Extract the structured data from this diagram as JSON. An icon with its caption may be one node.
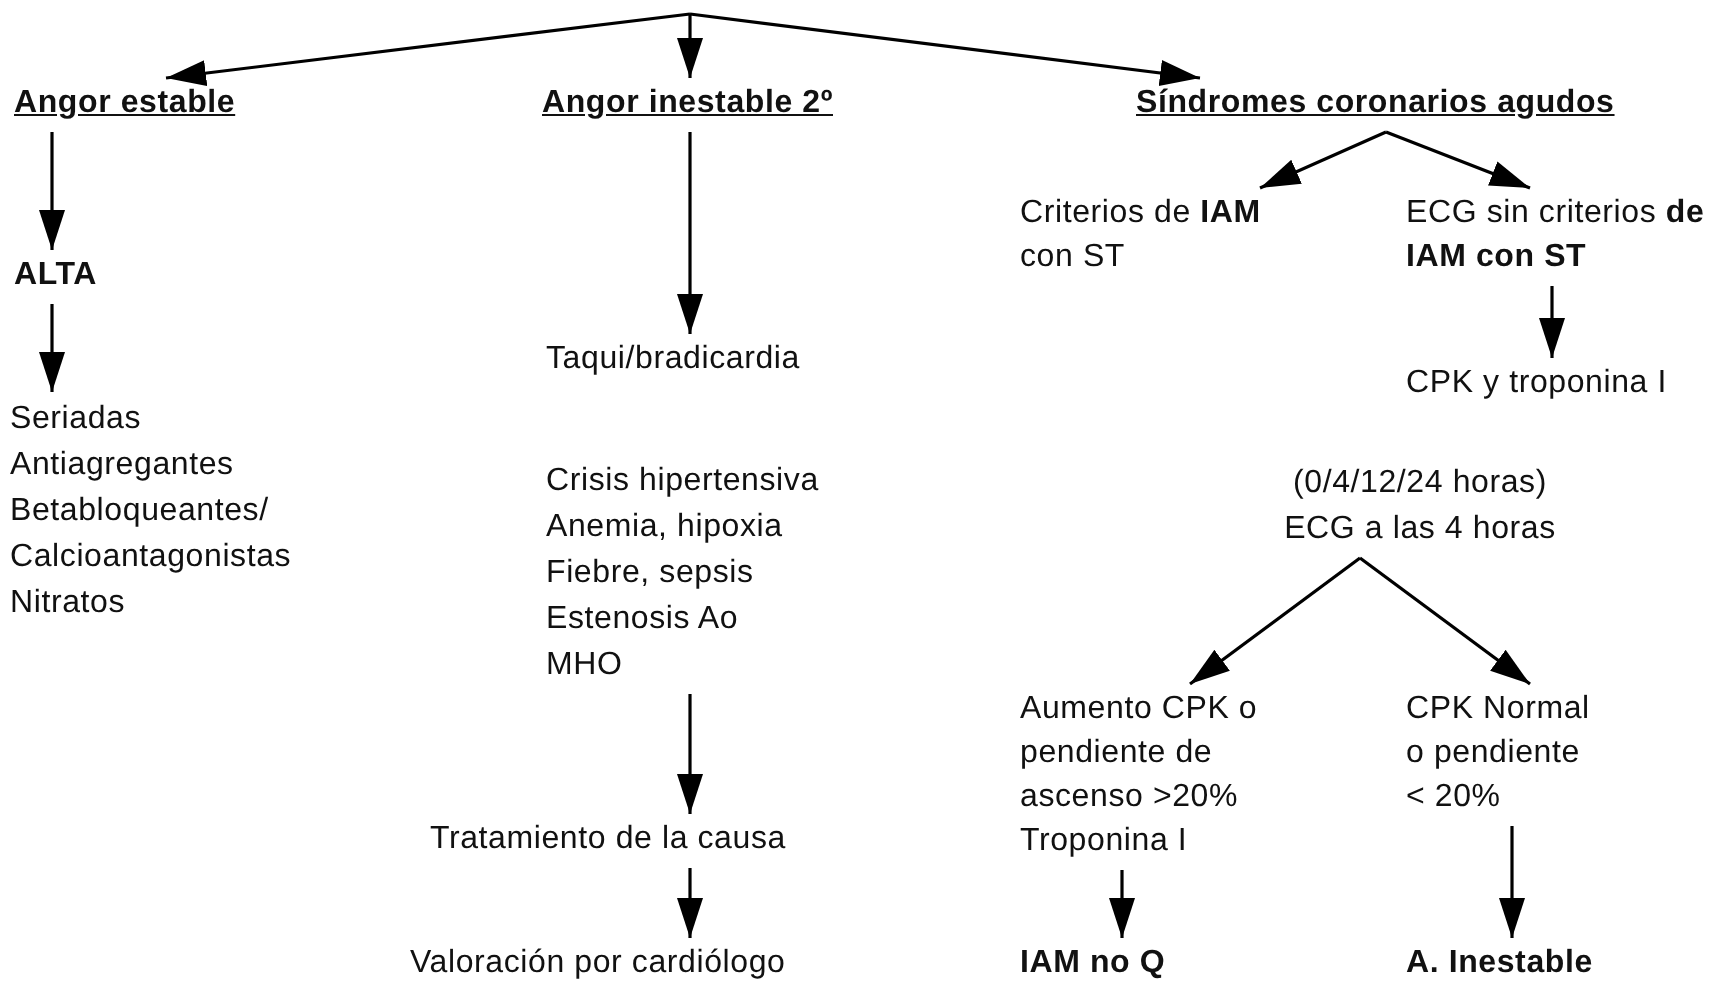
{
  "diagram": {
    "nodes": [
      {
        "text": [
          "Angor estable"
        ]
      },
      {
        "text": [
          "ALTA"
        ]
      },
      {
        "text": [
          "Seriadas",
          "Antiagregantes",
          "Betabloqueantes/ Calcioantagonistas",
          "Nitratos"
        ]
      },
      {
        "text": [
          "Angor inestable 2º"
        ]
      },
      {
        "text": [
          "Taqui/bradicardia"
        ]
      },
      {
        "text": [
          "Crisis hipertensiva",
          "Anemia, hipoxia",
          "Fiebre, sepsis",
          "Estenosis Ao",
          "MHO"
        ]
      },
      {
        "text": [
          "Tratamiento de la causa"
        ]
      },
      {
        "text": [
          "Valoración por cardiólogo"
        ]
      },
      {
        "text": [
          "Síndromes coronarios agudos"
        ]
      },
      {
        "text": [
          "Criterios de **IAM** con ST"
        ]
      },
      {
        "text": [
          "ECG sin criterios **de IAM con ST**"
        ]
      },
      {
        "text": [
          "CPK y troponina I"
        ]
      },
      {
        "text": [
          "(0/4/12/24 horas)",
          "ECG a las 4 horas"
        ]
      },
      {
        "text": [
          "Aumento CPK o pendiente de ascenso >20% Troponina I"
        ]
      },
      {
        "text": [
          "CPK Normal o pendiente < 20%"
        ]
      },
      {
        "text": [
          "IAM no Q"
        ]
      },
      {
        "text": [
          "A. Inestable"
        ]
      }
    ],
    "edges": [
      {
        "from": null,
        "to": 0,
        "arrow": "to"
      },
      {
        "from": null,
        "to": 3,
        "arrow": "to"
      },
      {
        "from": null,
        "to": 8,
        "arrow": "to"
      },
      {
        "from": 0,
        "to": 1,
        "arrow": "to"
      },
      {
        "from": 1,
        "to": 2,
        "arrow": "to"
      },
      {
        "from": 3,
        "to": 4,
        "arrow": "to"
      },
      {
        "from": 5,
        "to": 6,
        "arrow": "to"
      },
      {
        "from": 6,
        "to": 7,
        "arrow": "to"
      },
      {
        "from": 8,
        "to": 9,
        "arrow": "to"
      },
      {
        "from": 8,
        "to": 10,
        "arrow": "to"
      },
      {
        "from": 10,
        "to": 11,
        "arrow": "to"
      },
      {
        "from": 12,
        "to": 13,
        "arrow": "to"
      },
      {
        "from": 12,
        "to": 14,
        "arrow": "to"
      },
      {
        "from": 13,
        "to": 15,
        "arrow": "to"
      },
      {
        "from": 14,
        "to": 16,
        "arrow": "to"
      }
    ]
  }
}
